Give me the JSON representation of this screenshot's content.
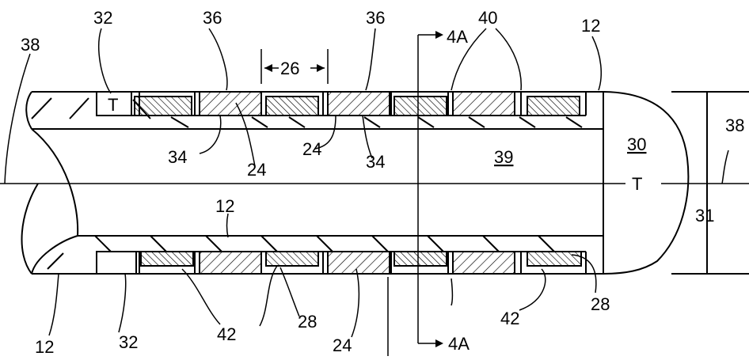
{
  "labels": {
    "n38_left": "38",
    "n32_top": "32",
    "t_top_box": "T",
    "n36_a": "36",
    "n26": "26",
    "n36_b": "36",
    "n4a_top": "4A",
    "n40": "40",
    "n12_top_right": "12",
    "n34_a": "34",
    "n24_a": "24",
    "n24_b": "24",
    "n34_b": "34",
    "n39": "39",
    "n30": "30",
    "n38_right": "38",
    "t_axis": "T",
    "n31": "31",
    "n12_mid": "12",
    "n12_bottom_left": "12",
    "n32_bottom": "32",
    "n42_a": "42",
    "n28_a": "28",
    "n24_c": "24",
    "n4a_bottom": "4A",
    "n42_b": "42",
    "n28_b": "28"
  }
}
